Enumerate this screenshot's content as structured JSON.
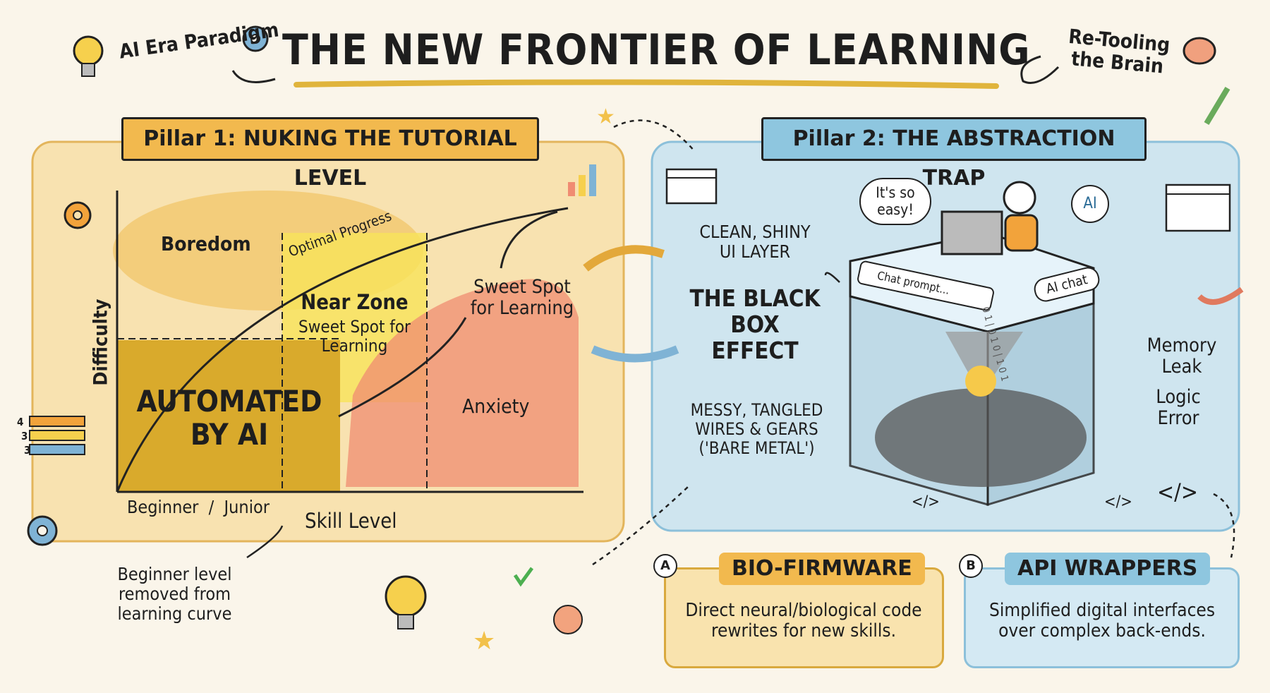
{
  "header": {
    "title": "THE NEW FRONTIER OF LEARNING",
    "left_note": "AI Era Paradigm",
    "right_note": "Re-Tooling the Brain"
  },
  "pillar1": {
    "banner": "Pillar 1: NUKING THE TUTORIAL LEVEL",
    "zones": {
      "boredom": "Boredom",
      "near_zone": "Near Zone",
      "near_zone_sub": "Sweet Spot for Learning",
      "anxiety": "Anxiety",
      "automated": "AUTOMATED BY AI"
    },
    "curve_label": "Optimal Progress",
    "sweet_spot": "Sweet Spot for Learning",
    "y_axis": "Difficulty",
    "x_ticks": "Beginner  /  Junior",
    "x_axis": "Skill Level",
    "note": "Beginner level removed from learning curve",
    "side_numbers": [
      "4",
      "3",
      "3"
    ]
  },
  "pillar2": {
    "banner": "Pillar 2: THE ABSTRACTION TRAP",
    "ui_layer": "CLEAN, SHINY UI LAYER",
    "black_box": "THE BLACK BOX EFFECT",
    "messy": "MESSY, TANGLED WIRES & GEARS ('BARE METAL')",
    "thought": "It's so easy!",
    "ai_bubble": "AI",
    "chat_prompt": "Chat prompt...",
    "ai_chat": "AI chat",
    "memory_leak": "Memory Leak",
    "logic_error": "Logic Error",
    "binary": "0 1 | 0 1 0 | 1 0 1",
    "code_tags": [
      "</>",
      "</>",
      "</>"
    ]
  },
  "cards": [
    {
      "letter": "A",
      "title": "BIO-FIRMWARE",
      "text": "Direct neural/biological code rewrites for new skills."
    },
    {
      "letter": "B",
      "title": "API WRAPPERS",
      "text": "Simplified digital interfaces over complex back-ends."
    }
  ],
  "colors": {
    "background": "#faf5ea",
    "pillar1_fill": "#f8e2b0",
    "pillar1_border": "#e3b55c",
    "pillar2_fill": "#cfe5ef",
    "pillar2_border": "#8cc0da",
    "automated": "#d9aa2c",
    "boredom": "#f1c56a",
    "near_zone": "#f7e45a",
    "anxiety": "#f08c72",
    "title_underline": "#e0b43c"
  }
}
